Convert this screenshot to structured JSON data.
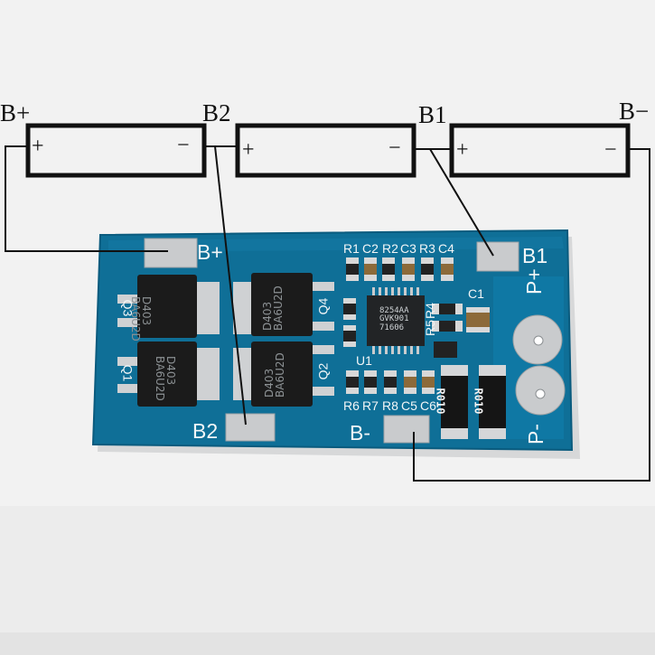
{
  "wiring": {
    "nodes": [
      "B+",
      "B2",
      "B1",
      "B−"
    ],
    "cell_plus": "+",
    "cell_minus": "−"
  },
  "board": {
    "pad_labels": {
      "b_plus": "B+",
      "b1": "B1",
      "b2": "B2",
      "b_minus": "B-",
      "p_plus": "P+",
      "p_minus": "P-"
    },
    "mosfet_refs": [
      "Q3",
      "Q1",
      "Q4",
      "Q2"
    ],
    "mosfet_marking": {
      "line1": "D403",
      "line2": "BA6U2D"
    },
    "component_refs": {
      "r1": "R1",
      "c2": "C2",
      "r2": "R2",
      "c3": "C3",
      "r3": "R3",
      "c4": "C4",
      "r4": "R4",
      "r5": "R5",
      "c1": "C1",
      "u1": "U1",
      "r6": "R6",
      "r7": "R7",
      "r8": "R8",
      "c5": "C5",
      "c6": "C6"
    },
    "ic_marking": {
      "line1": "8254AA",
      "line2": "GVK901",
      "line3": "71606"
    },
    "shunt_marking": "R010"
  },
  "colors": {
    "background": "#f2f2f2",
    "pcb": "#0f6f97",
    "pcb_edge": "#0a5b7e",
    "pad": "#c9cbcd",
    "mosfet": "#1b1b1b",
    "wire": "#111111"
  }
}
